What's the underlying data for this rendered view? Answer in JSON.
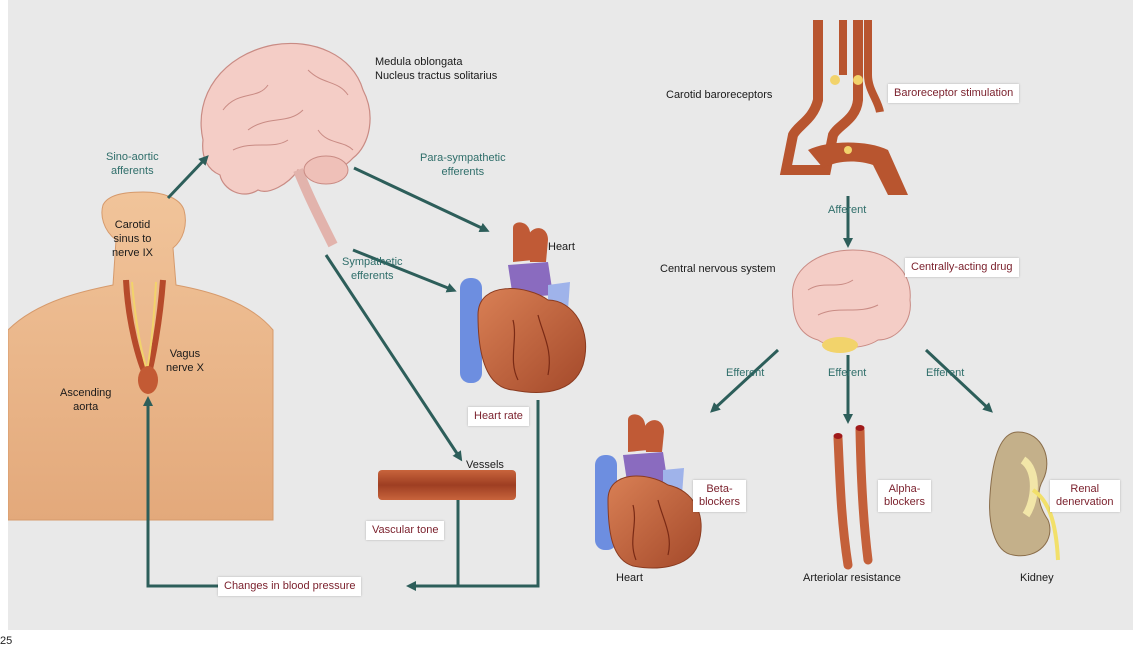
{
  "left": {
    "brain_label_line1": "Medula oblongata",
    "brain_label_line2": "Nucleus tractus solitarius",
    "sino_aortic_line1": "Sino-aortic",
    "sino_aortic_line2": "afferents",
    "parasym_line1": "Para-sympathetic",
    "parasym_line2": "efferents",
    "sym_line1": "Sympathetic",
    "sym_line2": "efferents",
    "carotid_line1": "Carotid",
    "carotid_line2": "sinus to",
    "carotid_line3": "nerve IX",
    "vagus_line1": "Vagus",
    "vagus_line2": "nerve X",
    "ascending_line1": "Ascending",
    "ascending_line2": "aorta",
    "heart": "Heart",
    "heart_rate": "Heart rate",
    "vessels": "Vessels",
    "vascular_tone": "Vascular tone",
    "changes_bp": "Changes in blood pressure"
  },
  "right": {
    "carotid_baroreceptors": "Carotid baroreceptors",
    "baroreceptor_stimulation": "Baroreceptor stimulation",
    "afferent": "Afferent",
    "cns": "Central nervous system",
    "centrally_acting": "Centrally-acting drug",
    "efferent_left": "Efferent",
    "efferent_mid": "Efferent",
    "efferent_right": "Efferent",
    "beta_line1": "Beta-",
    "beta_line2": "blockers",
    "alpha_line1": "Alpha-",
    "alpha_line2": "blockers",
    "renal_line1": "Renal",
    "renal_line2": "denervation",
    "heart": "Heart",
    "arteriolar": "Arteriolar resistance",
    "kidney": "Kidney"
  },
  "corner_text": "25",
  "colors": {
    "background": "#e9e9e9",
    "arrow": "#2d5e5a",
    "teal_text": "#2f6e6a",
    "box_text": "#7a1f2b",
    "brain": "#f2c9c3",
    "heart_red": "#b8562f",
    "vessel_blue": "#5a7fd0",
    "vessel_purple": "#8a6bbf",
    "skin": "#e8b48a"
  }
}
